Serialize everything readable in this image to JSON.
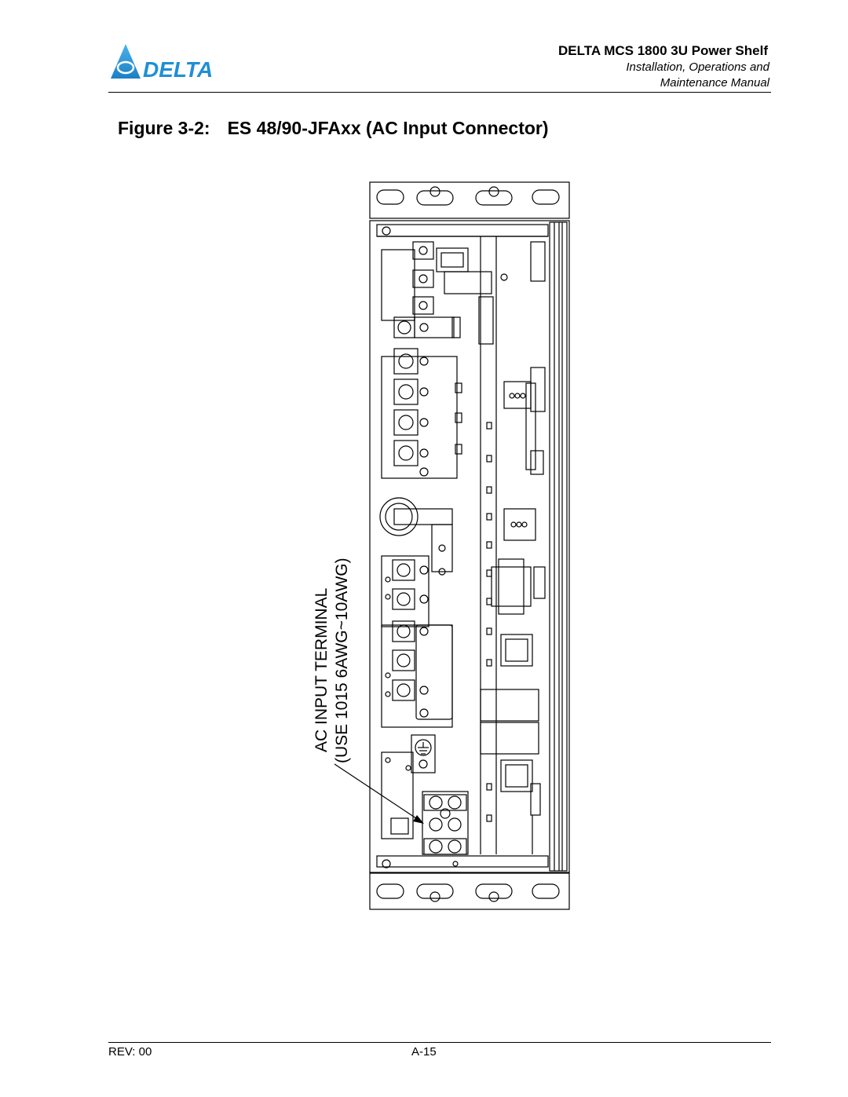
{
  "header": {
    "logo_text": "DELTA",
    "product_title": "DELTA MCS 1800 3U Power Shelf",
    "subtitle_line1": "Installation, Operations and",
    "subtitle_line2": "Maintenance Manual"
  },
  "figure": {
    "label": "Figure 3-2:",
    "title": "ES 48/90-JFAxx (AC Input Connector)",
    "callout_line1": "AC INPUT TERMINAL",
    "callout_line2": "(USE 1015 6AWG~10AWG)"
  },
  "footer": {
    "revision": "REV: 00",
    "page_number": "A-15"
  },
  "colors": {
    "line": "#000000",
    "logo_blue": "#1f8fd6",
    "background": "#ffffff"
  }
}
